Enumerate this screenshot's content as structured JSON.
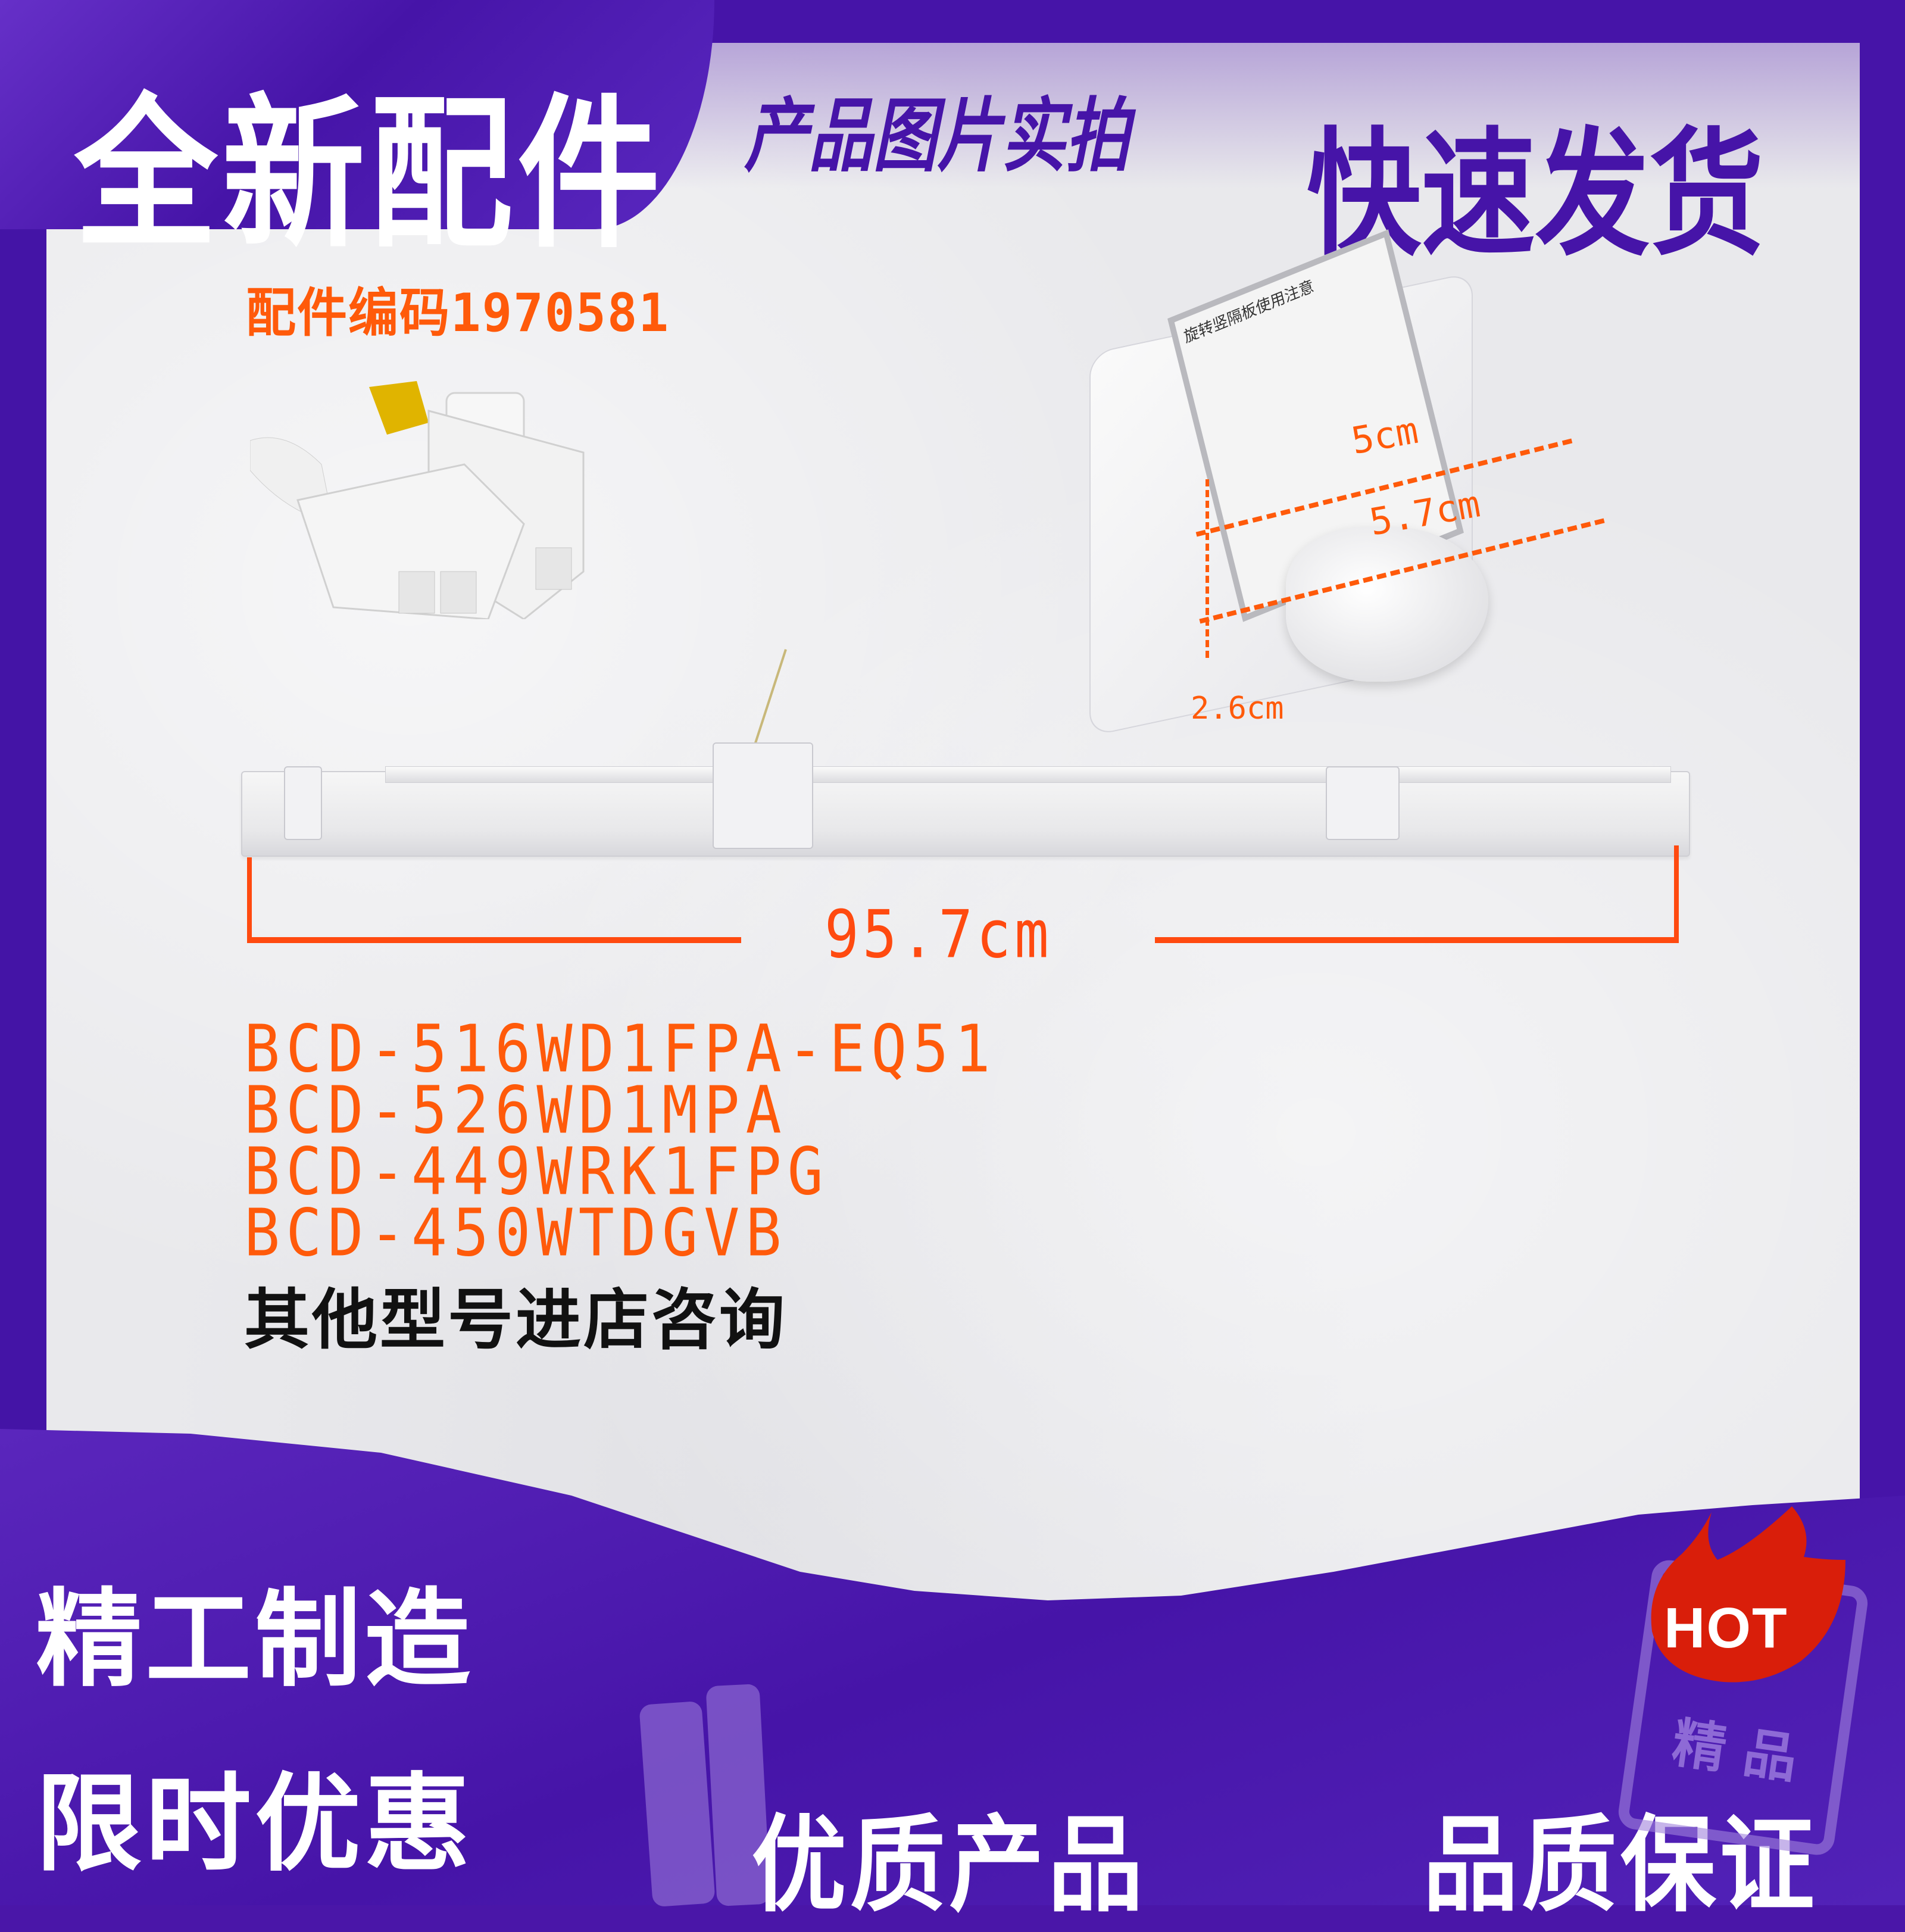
{
  "header": {
    "title_left": "全新配件",
    "subtitle_center": "产品图片实拍",
    "title_right": "快速发货"
  },
  "product": {
    "part_code_label": "配件编码1970581",
    "length_dimension": "95.7cm",
    "box_dimensions": {
      "width_inner": "5cm",
      "width_outer": "5.7cm",
      "height": "2.6cm"
    },
    "box_label_text": "旋转竖隔板使用注意"
  },
  "compatible_models": [
    "BCD-516WD1FPA-EQ51",
    "BCD-526WD1MPA",
    "BCD-449WRK1FPG",
    "BCD-450WTDGVB"
  ],
  "consult_text": "其他型号进店咨询",
  "footer": {
    "slogan_1": "精工制造",
    "slogan_2": "限时优惠",
    "slogan_3": "优质产品",
    "slogan_4": "品质保证"
  },
  "badge": {
    "hot_label": "HOT",
    "seal_text": "精品"
  },
  "colors": {
    "brand_purple": "#4614a8",
    "accent_orange": "#ff5a0a",
    "hot_red": "#d91e0a",
    "paper_gray": "#e9e9ec"
  }
}
